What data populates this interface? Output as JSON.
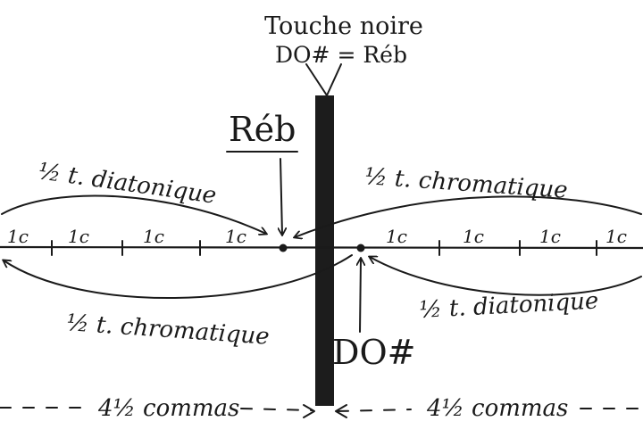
{
  "header": {
    "title": "Touche noire",
    "equivalence": "DO# = Réb"
  },
  "notes": {
    "re_flat": "Réb",
    "do_sharp": "DO#"
  },
  "arcs": {
    "upper_left": "½ t. diatonique",
    "upper_right": "½ t. chromatique",
    "lower_left": "½ t. chromatique",
    "lower_right": "½ t. diatonique"
  },
  "comma_labels": [
    "1c",
    "1c",
    "1c",
    "1c",
    "1c",
    "1c",
    "1c",
    "1c"
  ],
  "bottom": {
    "left": "4½ commas",
    "right": "4½ commas"
  },
  "colors": {
    "ink": "#1a1a1a",
    "key": "#1c1c1c",
    "paper": "#ffffff"
  }
}
